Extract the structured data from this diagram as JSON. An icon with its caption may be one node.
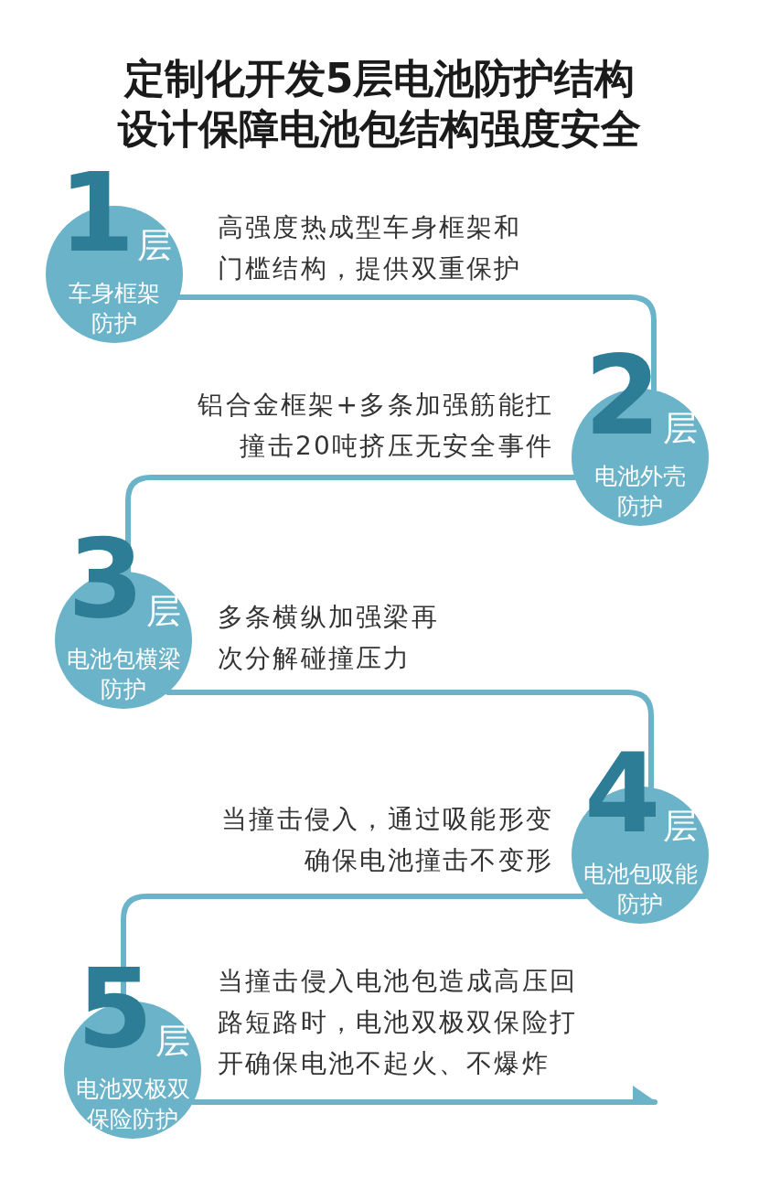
{
  "diagram": {
    "title": "定制化开发5层电池防护结构设计保障电池包结构强度安全",
    "nodes": [
      {
        "text": [
          "1",
          "层",
          "车身框架防护"
        ],
        "beside": [
          "高强度热成型车身框架和门槛结构，提供双重保护"
        ]
      },
      {
        "text": [
          "2",
          "层",
          "电池外壳防护"
        ],
        "beside": [
          "铝合金框架+多条加强筋能扛撞击20吨挤压无安全事件"
        ]
      },
      {
        "text": [
          "3",
          "层",
          "电池包横梁防护"
        ],
        "beside": [
          "多条横纵加强梁再次分解碰撞压力"
        ]
      },
      {
        "text": [
          "4",
          "层",
          "电池包吸能防护"
        ],
        "beside": [
          "当撞击侵入，通过吸能形变确保电池撞击不变形"
        ]
      },
      {
        "text": [
          "5",
          "层",
          "电池双极双保险防护"
        ],
        "beside": [
          "当撞击侵入电池包造成高压回路短路时，电池双极双保险打开确保电池不起火、不爆炸"
        ]
      }
    ],
    "edges": [
      {
        "from": 0,
        "to": 1,
        "arrow": "none"
      },
      {
        "from": 1,
        "to": 2,
        "arrow": "none"
      },
      {
        "from": 2,
        "to": 3,
        "arrow": "none"
      },
      {
        "from": 3,
        "to": 4,
        "arrow": "none"
      },
      {
        "from": 4,
        "to": null,
        "arrow": "to"
      }
    ]
  }
}
